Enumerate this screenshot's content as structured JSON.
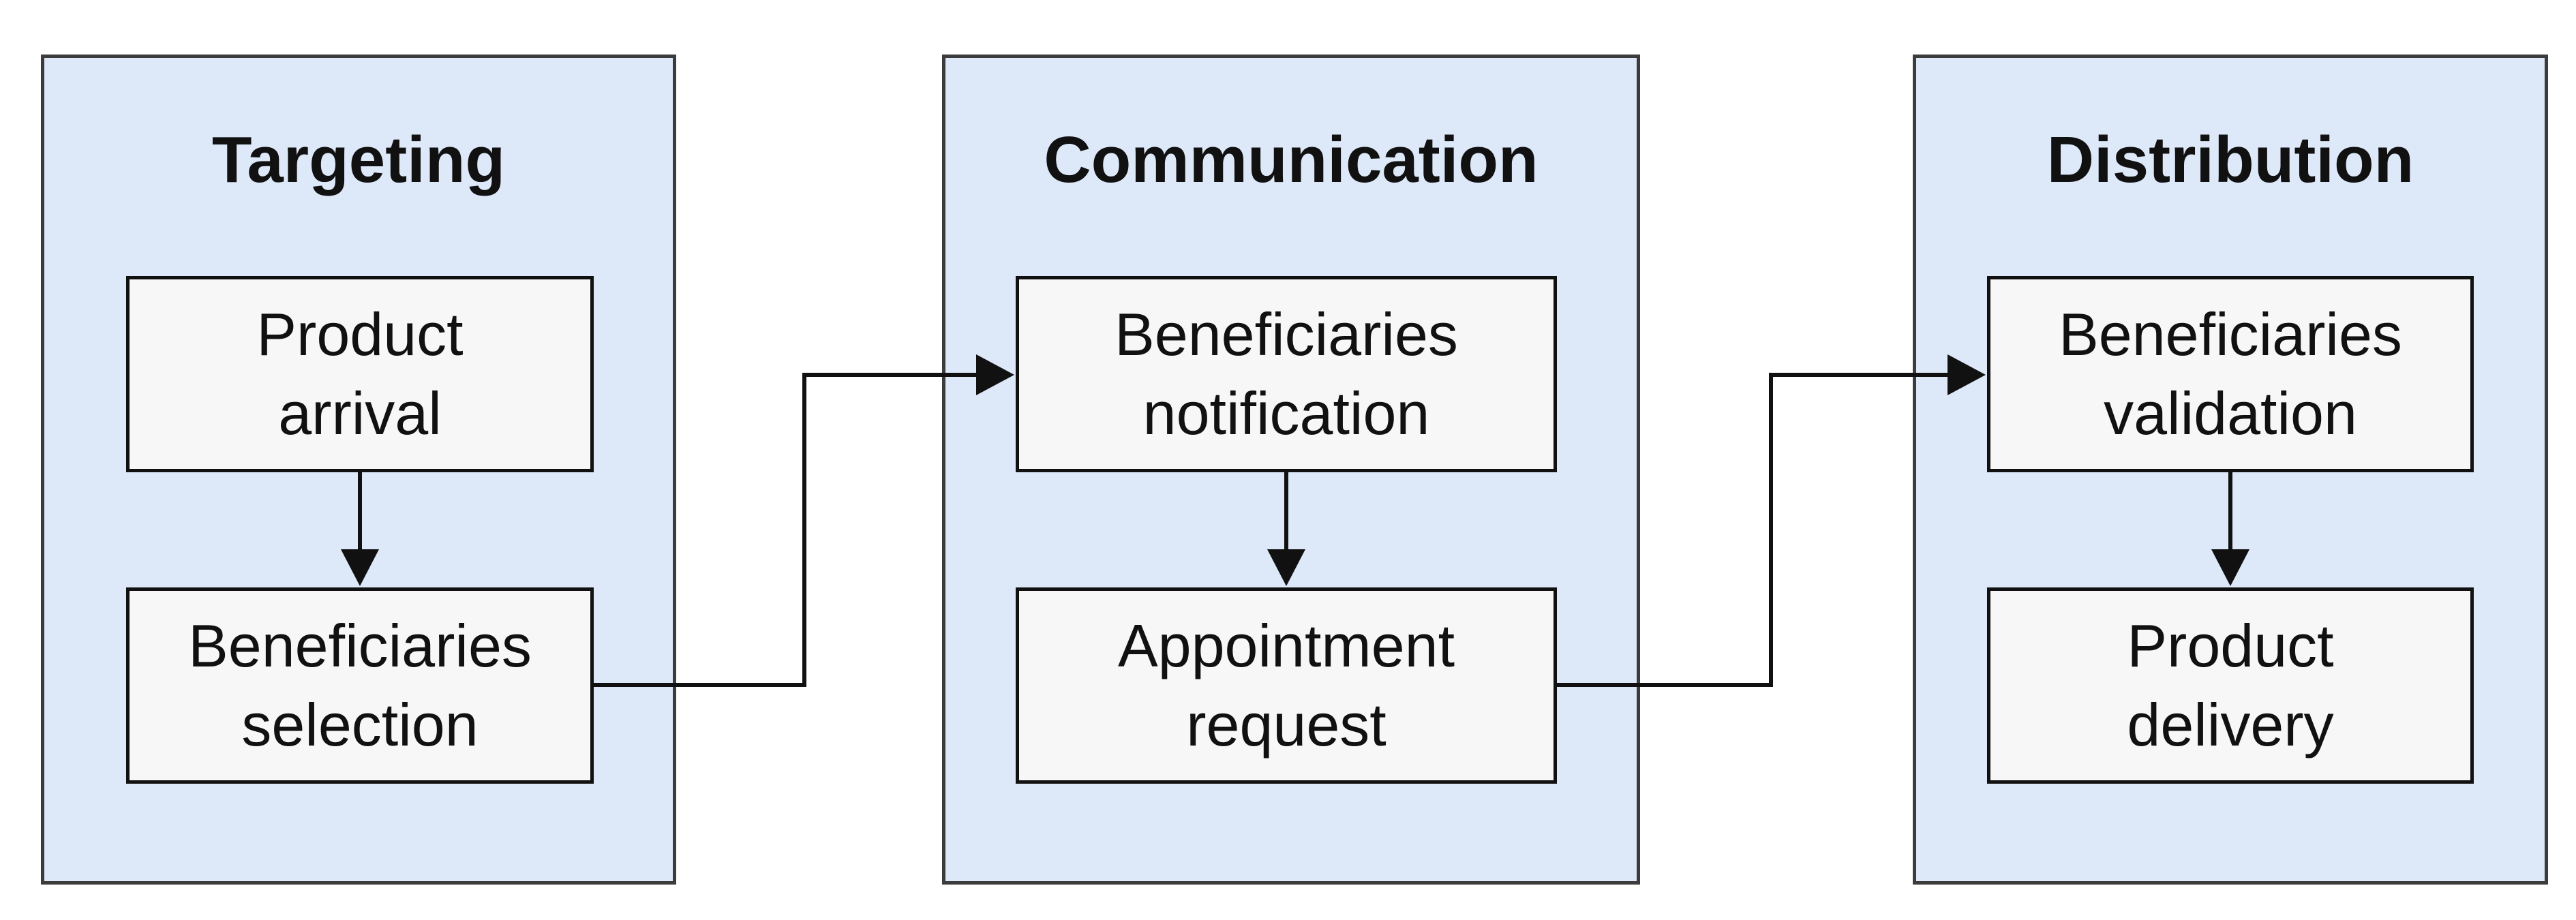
{
  "diagram": {
    "panels": [
      {
        "title": "Targeting",
        "nodes": [
          {
            "label": "Product\narrival"
          },
          {
            "label": "Beneficiaries\nselection"
          }
        ]
      },
      {
        "title": "Communication",
        "nodes": [
          {
            "label": "Beneficiaries\nnotification"
          },
          {
            "label": "Appointment\nrequest"
          }
        ]
      },
      {
        "title": "Distribution",
        "nodes": [
          {
            "label": "Beneficiaries\nvalidation"
          },
          {
            "label": "Product\ndelivery"
          }
        ]
      }
    ],
    "colors": {
      "panel_fill": "#dde8f8",
      "panel_border": "#3c3c3c",
      "node_fill": "#f7f7f7",
      "line": "#111111"
    }
  }
}
